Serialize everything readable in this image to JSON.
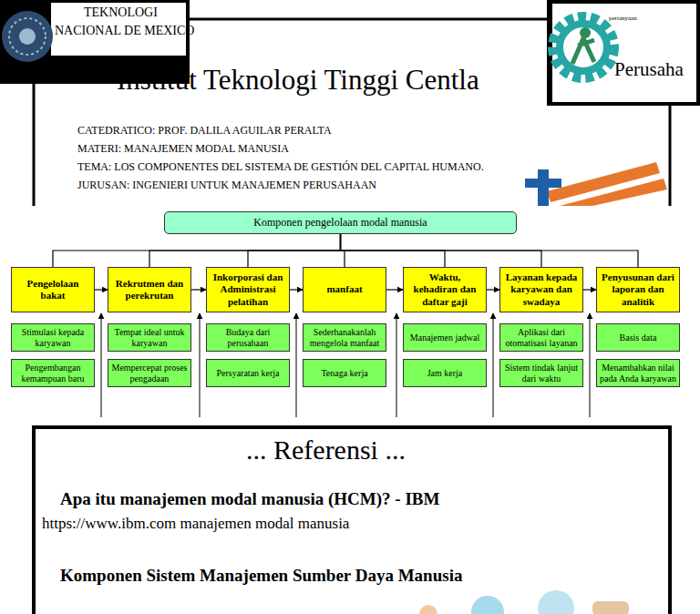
{
  "diagram": {
    "title": "Institut Teknologi Tinggi Centla",
    "nodes": [
      {
        "text": [
          "Komponen pengelolaan modal manusia"
        ]
      },
      {
        "text": [
          "Pengelolaan bakat"
        ]
      },
      {
        "text": [
          "Rekrutmen dan perekrutan"
        ]
      },
      {
        "text": [
          "Inkorporasi dan Administrasi pelatihan"
        ]
      },
      {
        "text": [
          "manfaat"
        ]
      },
      {
        "text": [
          "Waktu, kehadiran dan daftar gaji"
        ]
      },
      {
        "text": [
          "Layanan kepada karyawan dan swadaya"
        ]
      },
      {
        "text": [
          "Penyusunan dari laporan dan analitik"
        ]
      },
      {
        "text": [
          "Stimulasi kepada karyawan"
        ]
      },
      {
        "text": [
          "Tempat ideal untuk karyawan"
        ]
      },
      {
        "text": [
          "Budaya dari perusahaan"
        ]
      },
      {
        "text": [
          "Sederhanakanlah mengelola manfaat"
        ]
      },
      {
        "text": [
          "Manajemen jadwal"
        ]
      },
      {
        "text": [
          "Aplikasi dari otomatisasi layanan"
        ]
      },
      {
        "text": [
          "Basis data"
        ]
      },
      {
        "text": [
          "Pengembangan kemampuan baru"
        ]
      },
      {
        "text": [
          "Mempercepat proses pengadaan"
        ]
      },
      {
        "text": [
          "Persyaratan kerja"
        ]
      },
      {
        "text": [
          "Tenaga kerja"
        ]
      },
      {
        "text": [
          "Jam kerja"
        ]
      },
      {
        "text": [
          "Sistem tindak lanjut dari waktu"
        ]
      },
      {
        "text": [
          "Menambahkan nilai pada Anda karyawan"
        ]
      }
    ],
    "edges": [
      {
        "from": 0,
        "to": 1,
        "arrow": "none"
      },
      {
        "from": 0,
        "to": 2,
        "arrow": "none"
      },
      {
        "from": 0,
        "to": 3,
        "arrow": "none"
      },
      {
        "from": 0,
        "to": 4,
        "arrow": "none"
      },
      {
        "from": 0,
        "to": 5,
        "arrow": "none"
      },
      {
        "from": 0,
        "to": 6,
        "arrow": "none"
      },
      {
        "from": 0,
        "to": 7,
        "arrow": "none"
      },
      {
        "from": 1,
        "to": 2,
        "arrow": "to"
      },
      {
        "from": 2,
        "to": 3,
        "arrow": "to"
      },
      {
        "from": 3,
        "to": 4,
        "arrow": "to"
      },
      {
        "from": 4,
        "to": 5,
        "arrow": "to"
      },
      {
        "from": 5,
        "to": 6,
        "arrow": "to"
      },
      {
        "from": 6,
        "to": 7,
        "arrow": "to"
      }
    ],
    "labels": [
      "TEKNOLOGI",
      "NACIONAL DE MEXICO",
      "pertanyaan",
      "Perusaha",
      "CATEDRATICO: PROF. DALILA AGUILAR PERALTA",
      "MATERI: MANAJEMEN MODAL MANUSIA",
      "TEMA: LOS COMPONENTES DEL SISTEMA DE GESTIÓN DEL CAPITAL HUMANO.",
      "JURUSAN: INGENIERI UNTUK MANAJEMEN PERUSAHAAN",
      "... Referensi ...",
      "Apa itu manajemen modal manusia (HCM)? - IBM",
      "https://www.ibm.com manajemen modal manusia",
      "Komponen Sistem Manajemen Sumber Daya Manusia"
    ]
  }
}
